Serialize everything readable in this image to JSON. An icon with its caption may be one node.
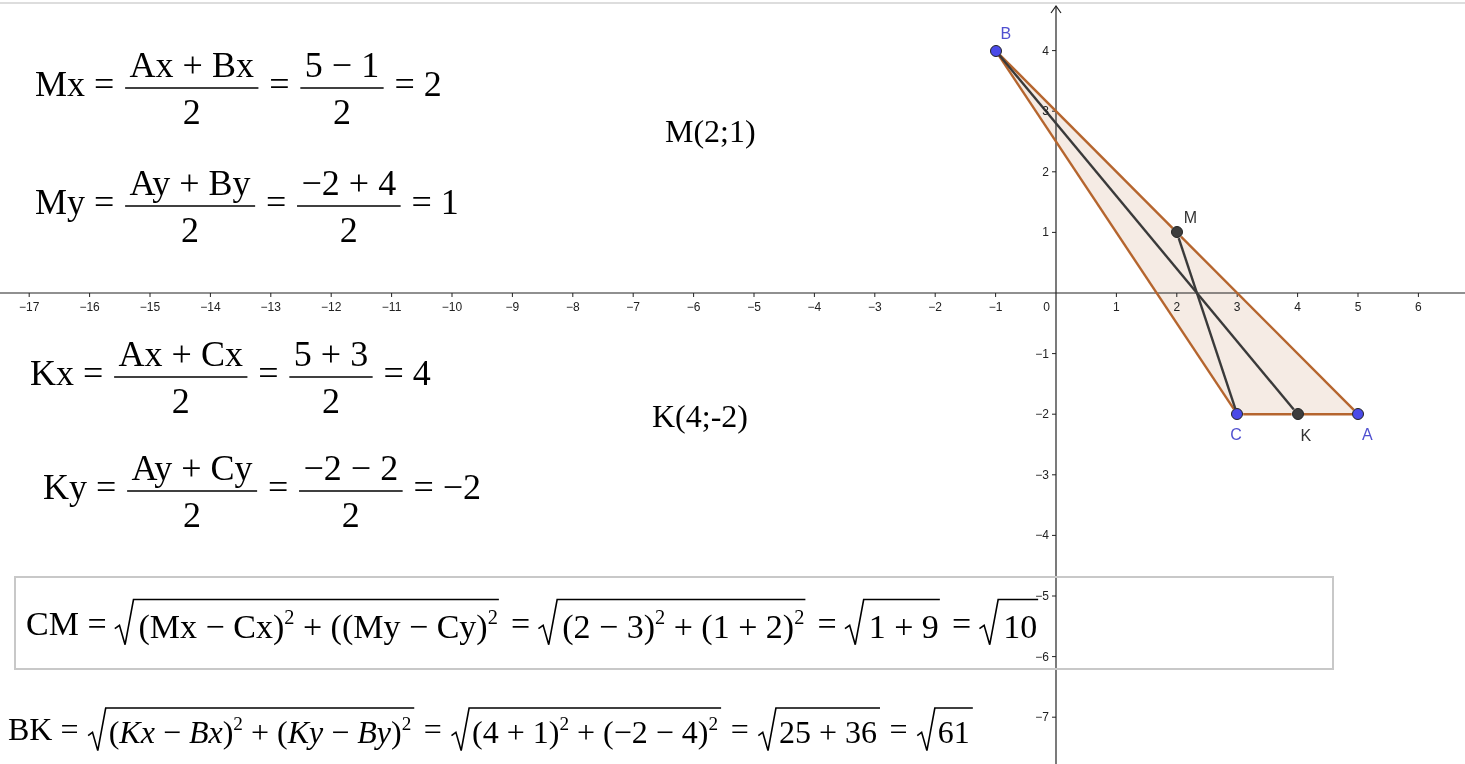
{
  "diagram": {
    "nodes": [
      {
        "text": [
          "CM =",
          "(Mx − Cx)$^{2}$ + ((My − Cy)$^{2}$",
          "=",
          "(2 − 3)$^{2}$ + (1 + 2)$^{2}$",
          "=",
          "1 + 9",
          "=",
          "10"
        ]
      },
      {
        "text": [
          "B"
        ]
      },
      {
        "text": [
          "M"
        ]
      },
      {
        "text": [
          "C"
        ]
      },
      {
        "text": [
          "K"
        ]
      },
      {
        "text": [
          "A"
        ]
      }
    ],
    "edges": [
      {
        "from": 1,
        "to": 2,
        "arrow": "none"
      },
      {
        "from": 2,
        "to": 5,
        "arrow": "none"
      },
      {
        "from": 5,
        "to": 4,
        "arrow": "none"
      },
      {
        "from": 4,
        "to": 3,
        "arrow": "none"
      },
      {
        "from": 3,
        "to": 1,
        "arrow": "none"
      },
      {
        "from": 1,
        "to": 4,
        "arrow": "none",
        "color": "#3a3a3a"
      },
      {
        "from": 3,
        "to": 2,
        "arrow": "none",
        "color": "#3a3a3a"
      }
    ],
    "labels": [
      "Mx =",
      "Ax + Bx",
      "2",
      "=",
      "5 − 1",
      "2",
      "= 2",
      "M(2;1)",
      "My =",
      "Ay + By",
      "2",
      "=",
      "−2 + 4",
      "2",
      "= 1",
      "Kx =",
      "Ax + Cx",
      "2",
      "=",
      "5 + 3",
      "2",
      "= 4",
      "K(4;-2)",
      "Ky =",
      "Ay + Cy",
      "2",
      "=",
      "−2 − 2",
      "2",
      "= −2",
      "BK =",
      "(*Kx* − *Bx*)$^{2}$ + (*Ky* − *By*)$^{2}$",
      "=",
      "(4 + 1)$^{2}$ + (−2 − 4)$^{2}$",
      "=",
      "25 + 36",
      "=",
      "61",
      "−17",
      "−16",
      "−15",
      "−14",
      "−13",
      "−12",
      "−11",
      "−10",
      "−9",
      "−8",
      "−7",
      "−6",
      "−5",
      "−4",
      "−3",
      "−2",
      "−1",
      "0",
      "1",
      "2",
      "3",
      "4",
      "5",
      "6",
      "4",
      "3",
      "2",
      "1",
      "−1",
      "−2",
      "−3",
      "−4",
      "−5",
      "−6",
      "−7"
    ]
  }
}
